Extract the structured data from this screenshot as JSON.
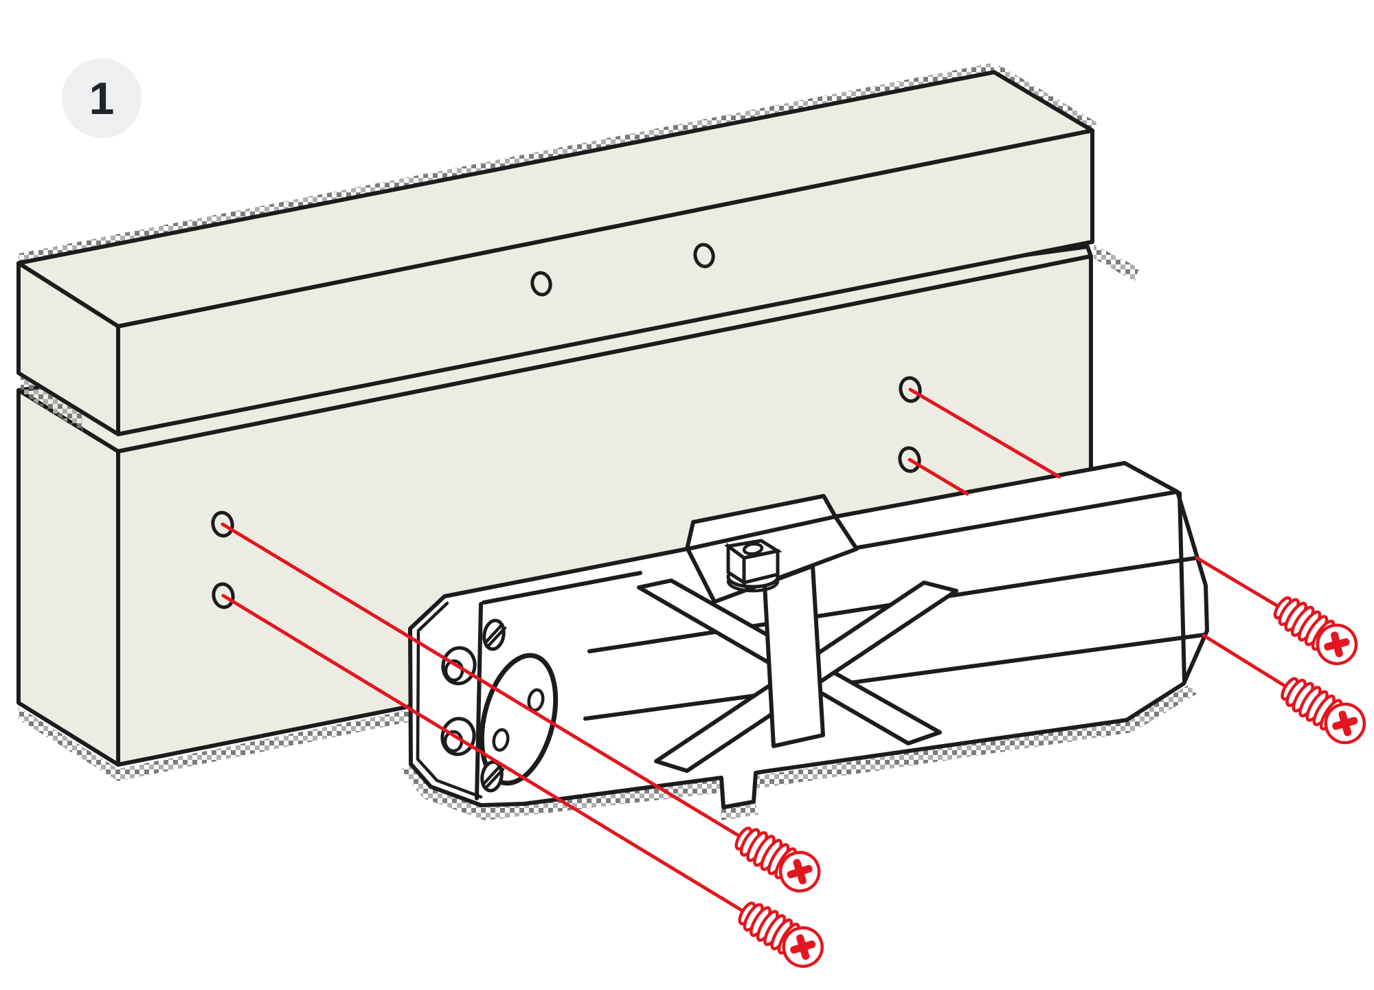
{
  "step": {
    "number": "1"
  },
  "diagram": {
    "type": "assembly-instruction",
    "subject": "surface-mounted door closer installation on door leaf",
    "parts": [
      {
        "name": "door-header-rail",
        "pilot_holes": 2
      },
      {
        "name": "door-panel",
        "pilot_holes": 4
      },
      {
        "name": "door-closer-body",
        "mounting_holes": 2,
        "pinion_nut": 1
      },
      {
        "name": "mounting-screws",
        "count": 4,
        "head": "phillips"
      },
      {
        "name": "alignment-lines",
        "count": 4
      }
    ]
  },
  "colors": {
    "ink": "#1c1c1c",
    "wood": "#edece3",
    "accent": "#e2161f",
    "badge-bg": "#edeff1",
    "badge-ink": "#20242a",
    "shadow-dark": "#757575",
    "shadow-light": "#ababab"
  }
}
